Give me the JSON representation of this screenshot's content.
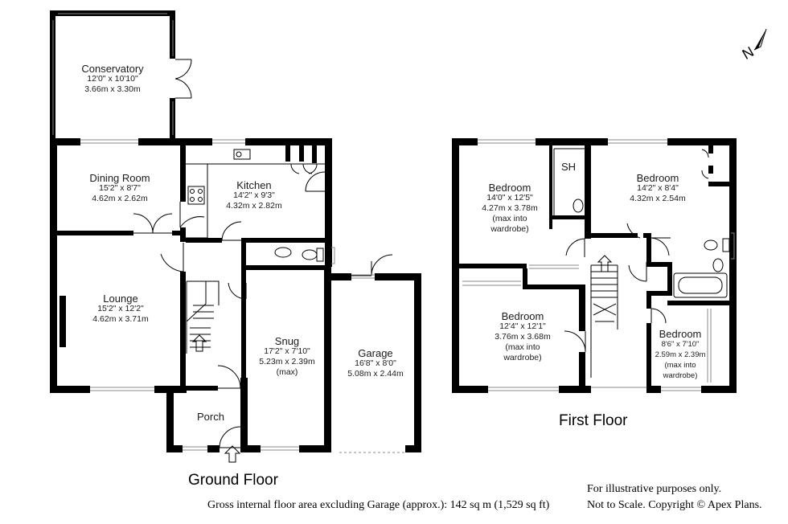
{
  "ground": {
    "floor_label": "Ground Floor",
    "conservatory": {
      "name": "Conservatory",
      "imperial": "12'0\" x 10'10\"",
      "metric": "3.66m x 3.30m"
    },
    "dining_room": {
      "name": "Dining Room",
      "imperial": "15'2\" x 8'7\"",
      "metric": "4.62m x 2.62m"
    },
    "kitchen": {
      "name": "Kitchen",
      "imperial": "14'2\" x 9'3\"",
      "metric": "4.32m x 2.82m"
    },
    "lounge": {
      "name": "Lounge",
      "imperial": "15'2\" x 12'2\"",
      "metric": "4.62m x 3.71m"
    },
    "snug": {
      "name": "Snug",
      "imperial": "17'2\" x 7'10\"",
      "metric": "5.23m x 2.39m",
      "note": "(max)"
    },
    "garage": {
      "name": "Garage",
      "imperial": "16'8\" x 8'0\"",
      "metric": "5.08m x 2.44m"
    },
    "porch": {
      "name": "Porch"
    }
  },
  "first": {
    "floor_label": "First Floor",
    "bedroom_1": {
      "name": "Bedroom",
      "imperial": "14'0\" x 12'5\"",
      "metric": "4.27m x 3.78m",
      "note1": "(max into",
      "note2": "wardrobe)"
    },
    "shower": {
      "name": "SH"
    },
    "bedroom_2": {
      "name": "Bedroom",
      "imperial": "14'2\" x 8'4\"",
      "metric": "4.32m x 2.54m"
    },
    "bedroom_3": {
      "name": "Bedroom",
      "imperial": "12'4\" x 12'1\"",
      "metric": "3.76m x 3.68m",
      "note1": "(max into",
      "note2": "wardrobe)"
    },
    "bedroom_4": {
      "name": "Bedroom",
      "imperial": "8'6\" x 7'10\"",
      "metric": "2.59m x 2.39m",
      "note1": "(max into",
      "note2": "wardrobe)"
    }
  },
  "compass": {
    "label": "N",
    "icon": "north-arrow-icon"
  },
  "footer": {
    "gross_area": "Gross internal floor area excluding Garage (approx.): 142 sq m (1,529 sq ft)",
    "disclaimer_1": "For illustrative purposes only.",
    "disclaimer_2": "Not to Scale. Copyright © Apex Plans."
  }
}
